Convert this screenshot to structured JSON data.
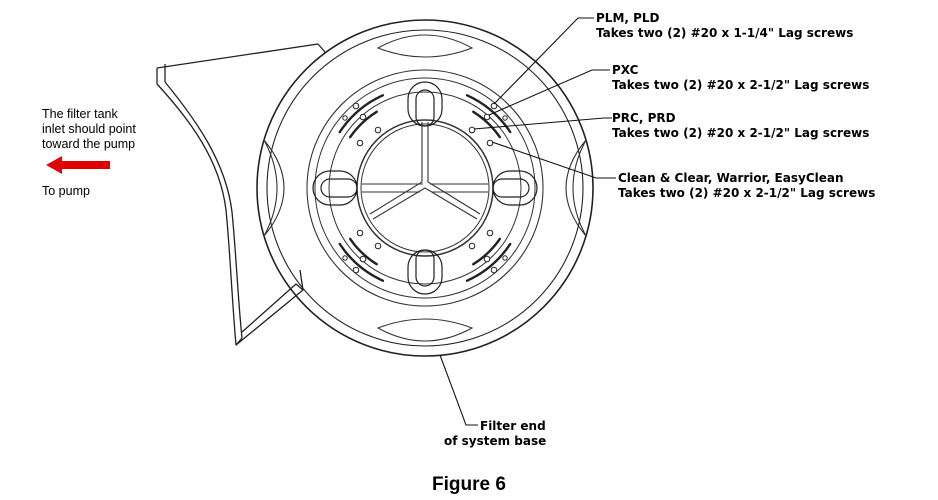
{
  "left_note": {
    "line1": "The filter tank",
    "line2": "inlet should point",
    "line3": "toward the pump",
    "to_pump": "To pump",
    "arrow_icon": "left-arrow-icon",
    "arrow_color": "#e00000"
  },
  "callouts": [
    {
      "title": "PLM, PLD",
      "detail": "Takes two (2) #20 x 1-1/4\" Lag screws"
    },
    {
      "title": "PXC",
      "detail": "Takes two (2) #20 x 2-1/2\" Lag screws"
    },
    {
      "title": "PRC, PRD",
      "detail": "Takes two (2) #20 x 2-1/2\" Lag screws"
    },
    {
      "title": "Clean & Clear, Warrior, EasyClean",
      "detail": "Takes two (2) #20 x 2-1/2\" Lag screws"
    }
  ],
  "base_label": {
    "line1": "Filter end",
    "line2": "of system base"
  },
  "caption": "Figure 6"
}
